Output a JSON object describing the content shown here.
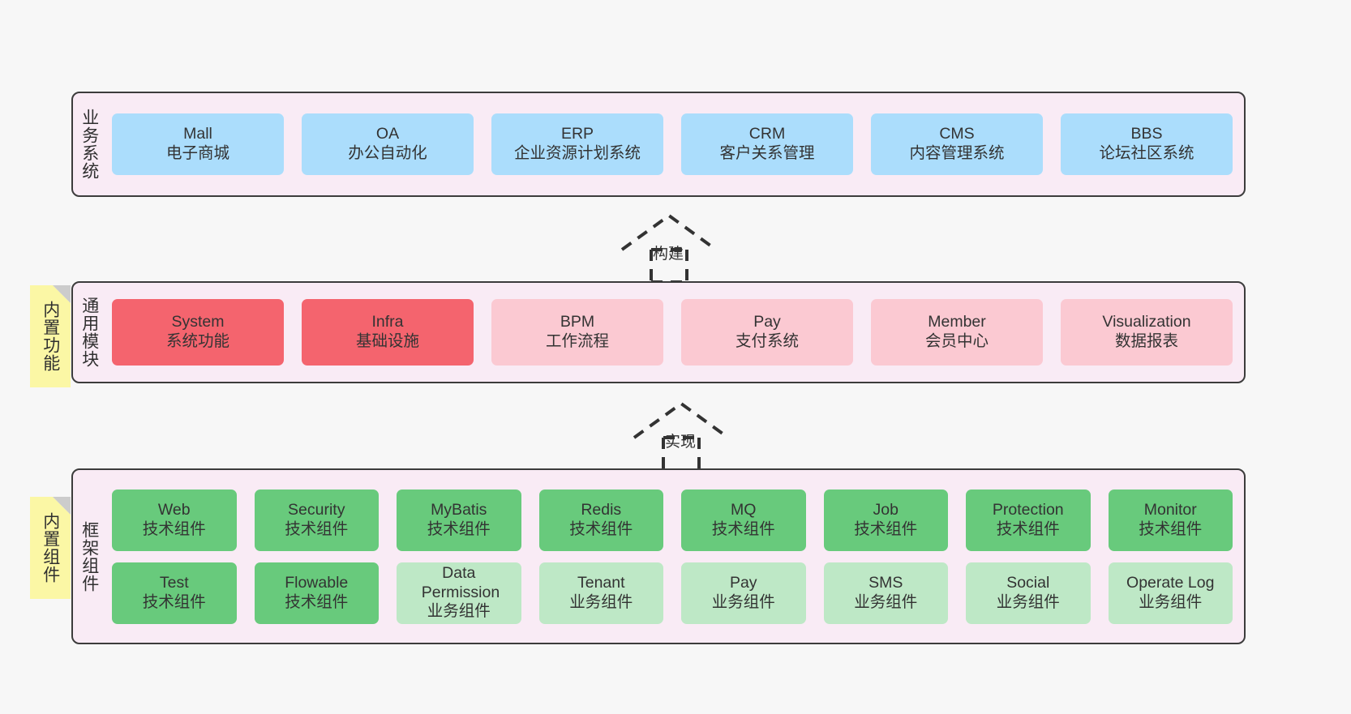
{
  "layers": [
    {
      "id": "business",
      "title": "业务系统",
      "rows": [
        {
          "cards": [
            {
              "name": "Mall",
              "sub": "电子商城",
              "color": "c-blue"
            },
            {
              "name": "OA",
              "sub": "办公自动化",
              "color": "c-blue"
            },
            {
              "name": "ERP",
              "sub": "企业资源计划系统",
              "color": "c-blue"
            },
            {
              "name": "CRM",
              "sub": "客户关系管理",
              "color": "c-blue"
            },
            {
              "name": "CMS",
              "sub": "内容管理系统",
              "color": "c-blue"
            },
            {
              "name": "BBS",
              "sub": "论坛社区系统",
              "color": "c-blue"
            }
          ]
        }
      ]
    },
    {
      "id": "module",
      "title": "通用模块",
      "note": "内置功能",
      "rows": [
        {
          "cards": [
            {
              "name": "System",
              "sub": "系统功能",
              "color": "c-red"
            },
            {
              "name": "Infra",
              "sub": "基础设施",
              "color": "c-red"
            },
            {
              "name": "BPM",
              "sub": "工作流程",
              "color": "c-pink"
            },
            {
              "name": "Pay",
              "sub": "支付系统",
              "color": "c-pink"
            },
            {
              "name": "Member",
              "sub": "会员中心",
              "color": "c-pink"
            },
            {
              "name": "Visualization",
              "sub": "数据报表",
              "color": "c-pink"
            }
          ]
        }
      ]
    },
    {
      "id": "framework",
      "title": "框架组件",
      "note": "内置组件",
      "rows": [
        {
          "cards": [
            {
              "name": "Web",
              "sub": "技术组件",
              "color": "c-green"
            },
            {
              "name": "Security",
              "sub": "技术组件",
              "color": "c-green"
            },
            {
              "name": "MyBatis",
              "sub": "技术组件",
              "color": "c-green"
            },
            {
              "name": "Redis",
              "sub": "技术组件",
              "color": "c-green"
            },
            {
              "name": "MQ",
              "sub": "技术组件",
              "color": "c-green"
            },
            {
              "name": "Job",
              "sub": "技术组件",
              "color": "c-green"
            },
            {
              "name": "Protection",
              "sub": "技术组件",
              "color": "c-green"
            },
            {
              "name": "Monitor",
              "sub": "技术组件",
              "color": "c-green"
            }
          ]
        },
        {
          "cards": [
            {
              "name": "Test",
              "sub": "技术组件",
              "color": "c-green"
            },
            {
              "name": "Flowable",
              "sub": "技术组件",
              "color": "c-green"
            },
            {
              "name": "Data Permission",
              "sub": "业务组件",
              "color": "c-green-light"
            },
            {
              "name": "Tenant",
              "sub": "业务组件",
              "color": "c-green-light"
            },
            {
              "name": "Pay",
              "sub": "业务组件",
              "color": "c-green-light"
            },
            {
              "name": "SMS",
              "sub": "业务组件",
              "color": "c-green-light"
            },
            {
              "name": "Social",
              "sub": "业务组件",
              "color": "c-green-light"
            },
            {
              "name": "Operate Log",
              "sub": "业务组件",
              "color": "c-green-light"
            }
          ]
        }
      ]
    }
  ],
  "connectors": [
    {
      "id": "build",
      "label": "构建"
    },
    {
      "id": "implement",
      "label": "实现"
    }
  ],
  "colors": {
    "background": "#f7f7f7",
    "band_fill": "#f9ebf5",
    "band_border": "#3c3c3c",
    "note_fill": "#fbf7a5",
    "note_fold": "#cccccc",
    "business_card": "#abddfc",
    "module_primary": "#f4646e",
    "module_secondary": "#fbc9d2",
    "framework_tech": "#68ca7c",
    "framework_business": "#bee8c6",
    "text": "#333333",
    "connector": "#333333"
  }
}
